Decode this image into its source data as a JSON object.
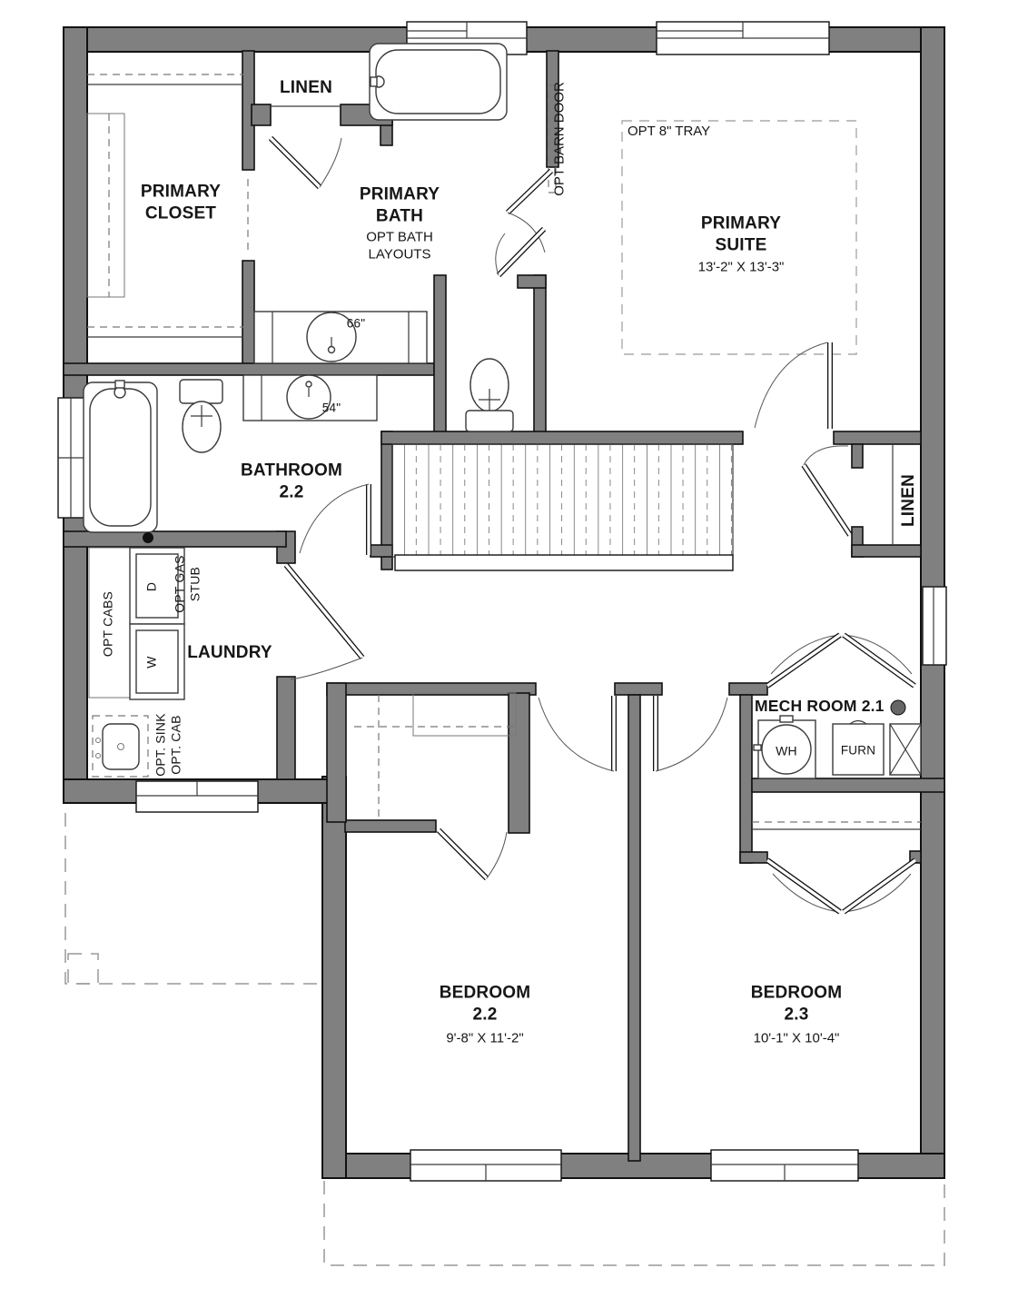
{
  "rooms": {
    "primary_closet": {
      "line1": "PRIMARY",
      "line2": "CLOSET"
    },
    "linen_top": {
      "label": "LINEN"
    },
    "primary_bath": {
      "line1": "PRIMARY",
      "line2": "BATH",
      "opt_line1": "OPT BATH",
      "opt_line2": "LAYOUTS",
      "vanity": "66\""
    },
    "primary_suite": {
      "line1": "PRIMARY",
      "line2": "SUITE",
      "dims": "13'-2\" X 13'-3\"",
      "tray_note": "OPT 8\" TRAY",
      "barn_door_note": "OPT BARN DOOR"
    },
    "bathroom_2_2": {
      "line1": "BATHROOM",
      "line2": "2.2",
      "vanity": "54\""
    },
    "linen_right": {
      "label": "LINEN"
    },
    "laundry": {
      "label": "LAUNDRY",
      "opt_cabs": "OPT CABS",
      "dryer": "D",
      "gas_line1": "OPT GAS",
      "gas_line2": "STUB",
      "washer": "W",
      "sink_line1": "OPT. SINK",
      "sink_line2": "OPT. CAB"
    },
    "mech_room": {
      "label": "MECH ROOM 2.1",
      "water_heater": "WH",
      "furnace": "FURN"
    },
    "bedroom_2_2": {
      "line1": "BEDROOM",
      "line2": "2.2",
      "dims": "9'-8\" X 11'-2\""
    },
    "bedroom_2_3": {
      "line1": "BEDROOM",
      "line2": "2.3",
      "dims": "10'-1\" X 10'-4\""
    }
  },
  "colors": {
    "wall": "#808080",
    "outline": "#111111"
  }
}
